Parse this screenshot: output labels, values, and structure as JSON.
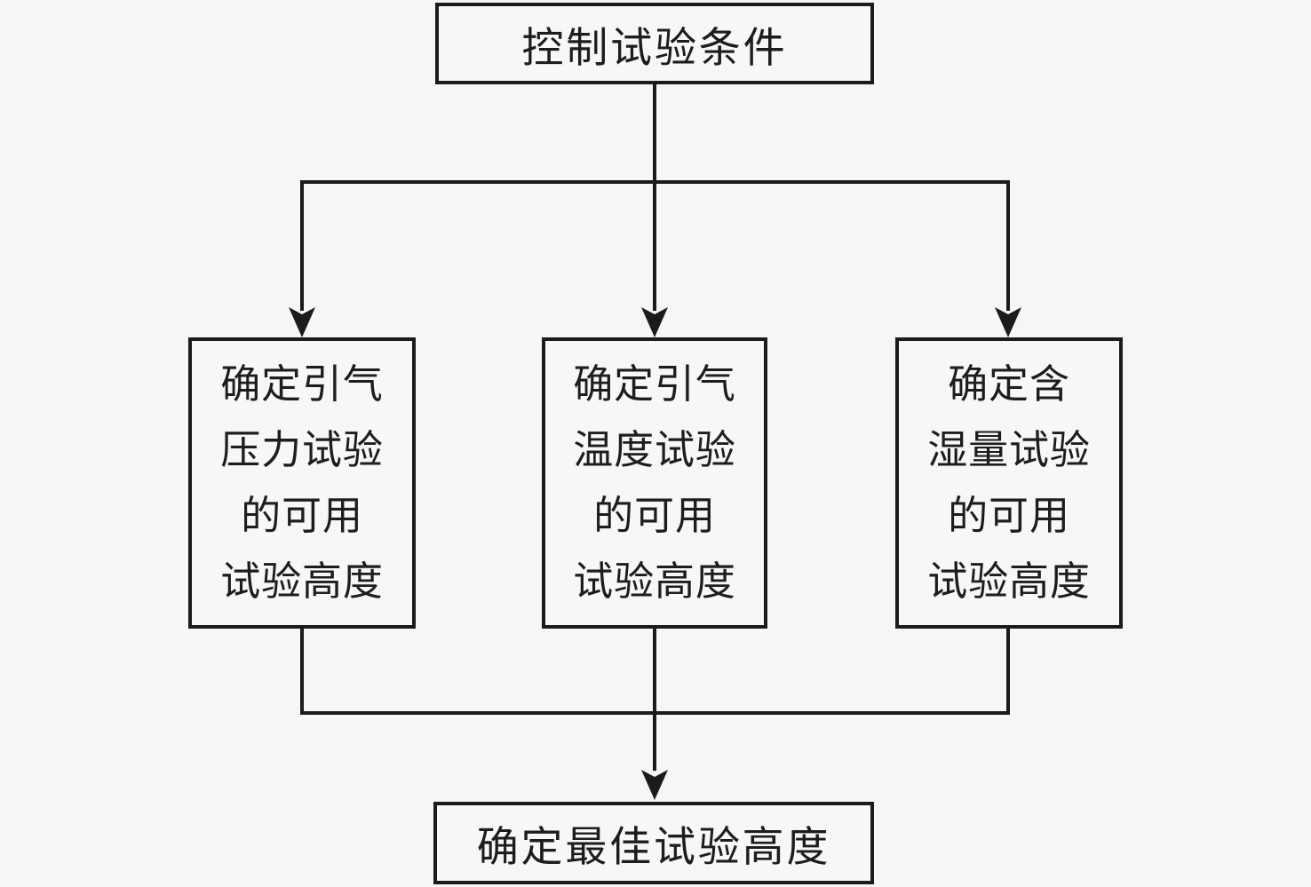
{
  "flowchart": {
    "nodes": {
      "start": {
        "label": "控制试验条件"
      },
      "branches": [
        {
          "label": "确定引气压力试验的可用试验高度",
          "lines": [
            "确定引气",
            "压力试验",
            "的可用",
            "试验高度"
          ]
        },
        {
          "label": "确定引气温度试验的可用试验高度",
          "lines": [
            "确定引气",
            "温度试验",
            "的可用",
            "试验高度"
          ]
        },
        {
          "label": "确定含湿量试验的可用试验高度",
          "lines": [
            "确定含",
            "湿量试验",
            "的可用",
            "试验高度"
          ]
        }
      ],
      "result": {
        "label": "确定最佳试验高度"
      }
    },
    "colors": {
      "background": "#f7f6f4",
      "box_fill": "#f8f7f5",
      "line": "#1b1b1d",
      "text": "#1d1d1f"
    }
  }
}
